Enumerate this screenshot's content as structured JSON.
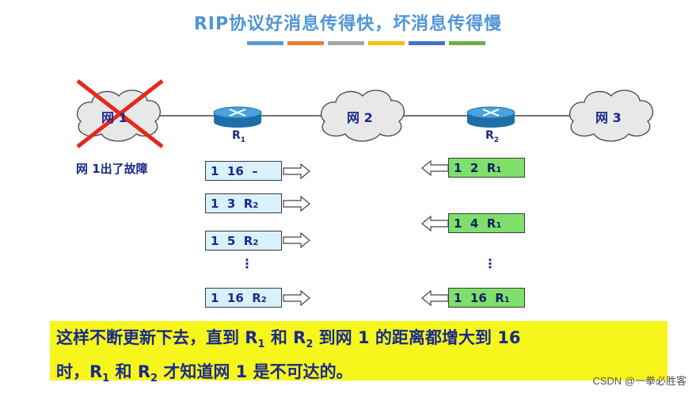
{
  "title": "RIP协议好消息传得快，坏消息传得慢",
  "colorbar": [
    "#5b9bd5",
    "#ed7d31",
    "#a5a5a5",
    "#ffc000",
    "#4472c4",
    "#70ad47"
  ],
  "networks": {
    "net1": "网 1",
    "net2": "网 2",
    "net3": "网 3"
  },
  "routers": {
    "r1": "R",
    "r1_sub": "1",
    "r2": "R",
    "r2_sub": "2"
  },
  "fault_label": "网 1出了故障",
  "left_tables": [
    {
      "text": "1  16  –",
      "sub": ""
    },
    {
      "text": "1  3  R",
      "sub": "2"
    },
    {
      "text": "1  5  R",
      "sub": "2"
    },
    {
      "text": "1  16  R",
      "sub": "2"
    }
  ],
  "right_tables": [
    {
      "text": "1  2  R",
      "sub": "1"
    },
    {
      "text": "1  4  R",
      "sub": "1"
    },
    {
      "text": "1  16  R",
      "sub": "1"
    }
  ],
  "ellipsis": "⋮",
  "note": {
    "line1_a": "这样不断更新下去，直到 R",
    "line1_sub1": "1",
    "line1_b": " 和 R",
    "line1_sub2": "2",
    "line1_c": " 到网 1 的距离都增大到 16",
    "line2_a": "时，R",
    "line2_sub1": "1",
    "line2_b": " 和 R",
    "line2_sub2": "2",
    "line2_c": " 才知道网 1 是不可达的。"
  },
  "watermark": "CSDN @一拳必胜客"
}
